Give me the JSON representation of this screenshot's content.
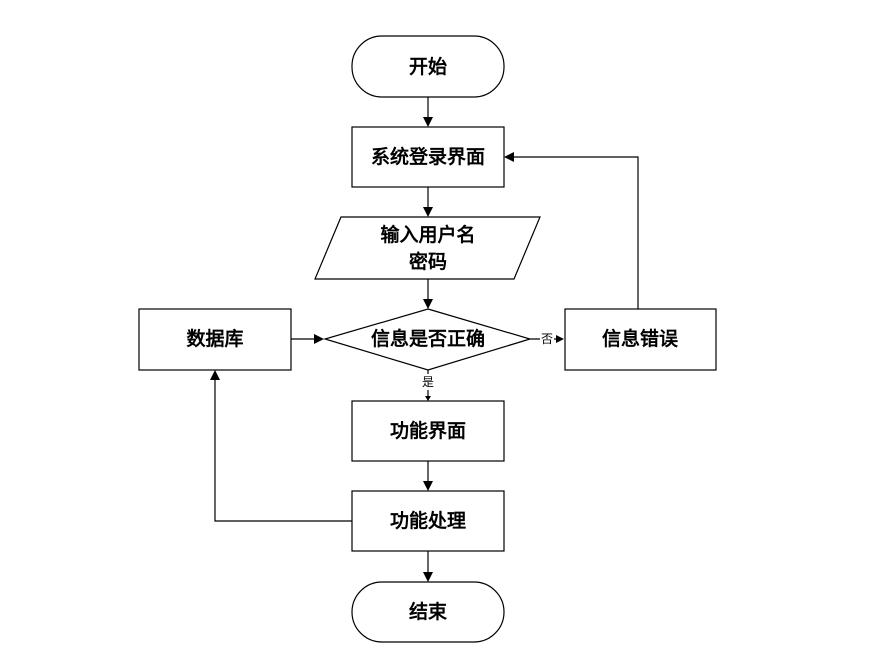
{
  "nodes": {
    "start": "开始",
    "login": "系统登录界面",
    "input_line1": "输入用户名",
    "input_line2": "密码",
    "check": "信息是否正确",
    "database": "数据库",
    "error": "信息错误",
    "function_ui": "功能界面",
    "process": "功能处理",
    "end": "结束"
  },
  "edges": {
    "no_label": "否",
    "yes_label": "是"
  }
}
